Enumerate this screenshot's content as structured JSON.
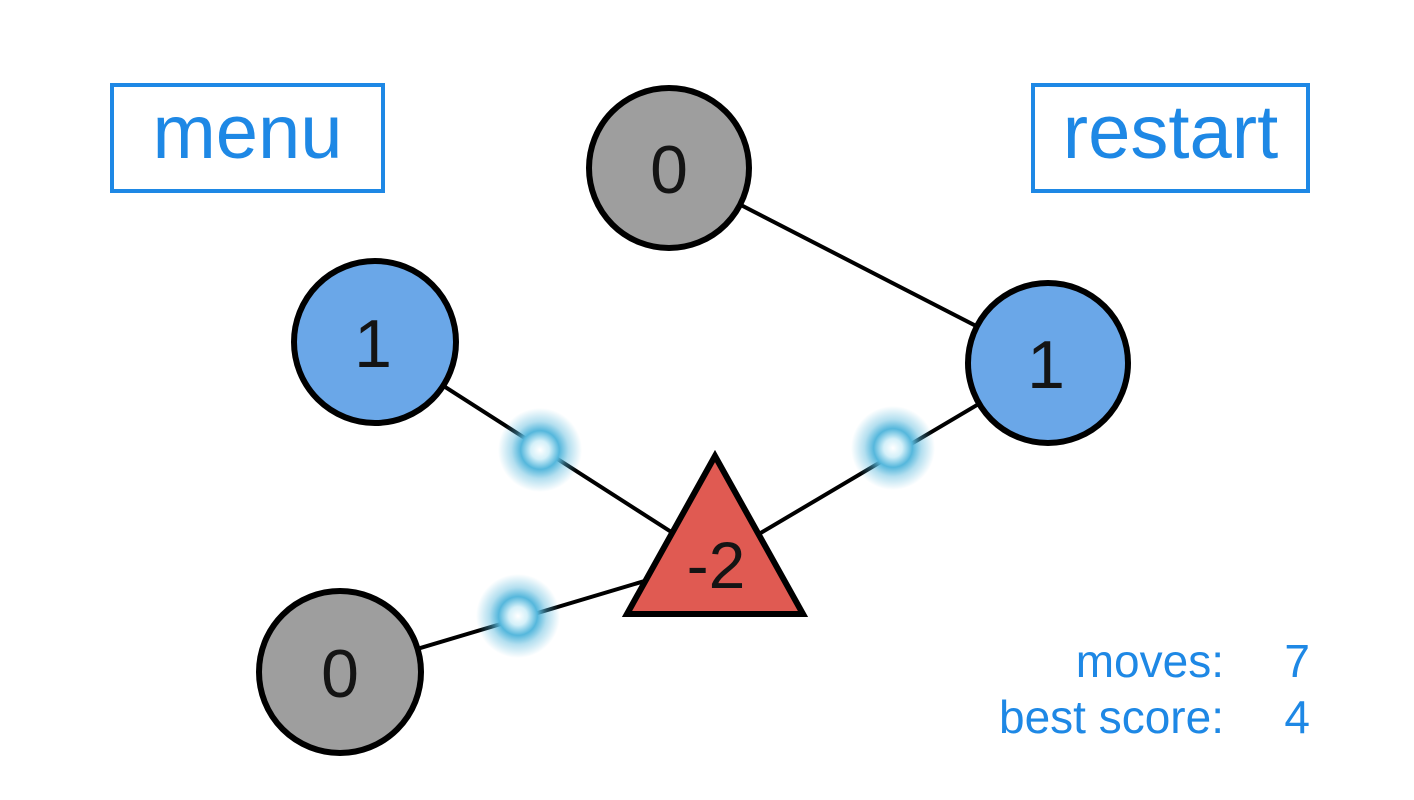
{
  "header": {
    "menu_button": "menu",
    "restart_button": "restart"
  },
  "hud": {
    "moves_label": "moves:",
    "moves_value": "7",
    "best_score_label": "best score:",
    "best_score_value": "4"
  },
  "graph": {
    "nodes": [
      {
        "id": "node-top",
        "shape": "circle",
        "color_name": "gray",
        "value": "0"
      },
      {
        "id": "node-left",
        "shape": "circle",
        "color_name": "blue",
        "value": "1"
      },
      {
        "id": "node-right",
        "shape": "circle",
        "color_name": "blue",
        "value": "1"
      },
      {
        "id": "node-bottom-left",
        "shape": "circle",
        "color_name": "gray",
        "value": "0"
      },
      {
        "id": "node-center",
        "shape": "triangle",
        "color_name": "red",
        "value": "-2"
      }
    ],
    "edges": [
      {
        "from": "node-top",
        "to": "node-right",
        "glow": false
      },
      {
        "from": "node-left",
        "to": "node-center",
        "glow": true
      },
      {
        "from": "node-right",
        "to": "node-center",
        "glow": true
      },
      {
        "from": "node-bottom-left",
        "to": "node-center",
        "glow": true
      }
    ]
  },
  "colors": {
    "accent_blue": "#1E88E5",
    "node_blue": "#6AA7E8",
    "node_gray": "#9E9E9E",
    "node_red": "#E05A52",
    "glow_cyan": "#55B7DC",
    "edge_black": "#000000"
  }
}
